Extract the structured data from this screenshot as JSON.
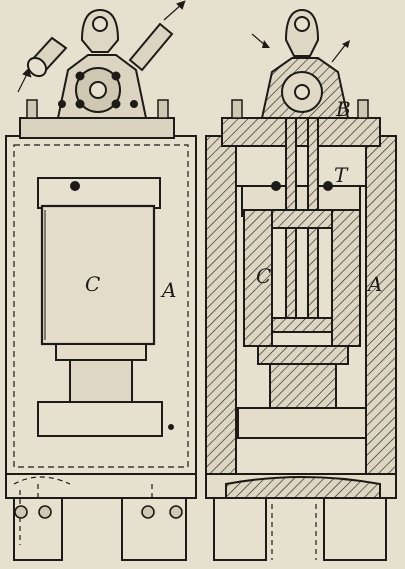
{
  "labels": {
    "left_cylinder": "C",
    "left_frame": "A",
    "right_cylinder": "C",
    "right_frame": "A",
    "right_bonnet": "B",
    "right_tube": "T"
  }
}
